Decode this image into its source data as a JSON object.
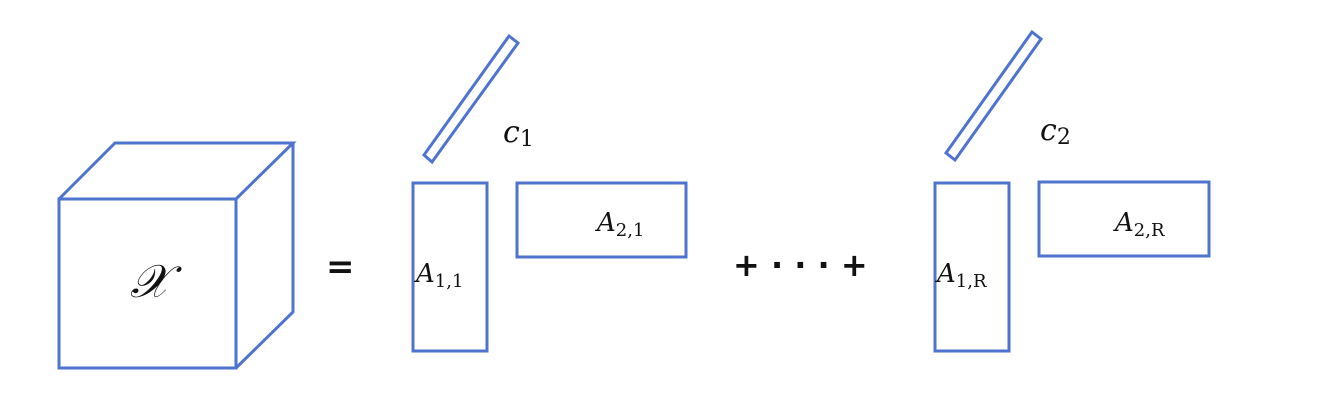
{
  "diagram": {
    "tensor_label": "𝒳",
    "equals": "=",
    "ellipsis": "+ · · · +",
    "terms": [
      {
        "c_label": "c",
        "c_sub": "1",
        "a1_label": "A",
        "a1_sub": "1,1",
        "a2_label": "A",
        "a2_sub": "2,1"
      },
      {
        "c_label": "c",
        "c_sub": "2",
        "a1_label": "A",
        "a1_sub": "1,R",
        "a2_label": "A",
        "a2_sub": "2,R"
      }
    ],
    "stroke_color": "#4f74cf"
  }
}
